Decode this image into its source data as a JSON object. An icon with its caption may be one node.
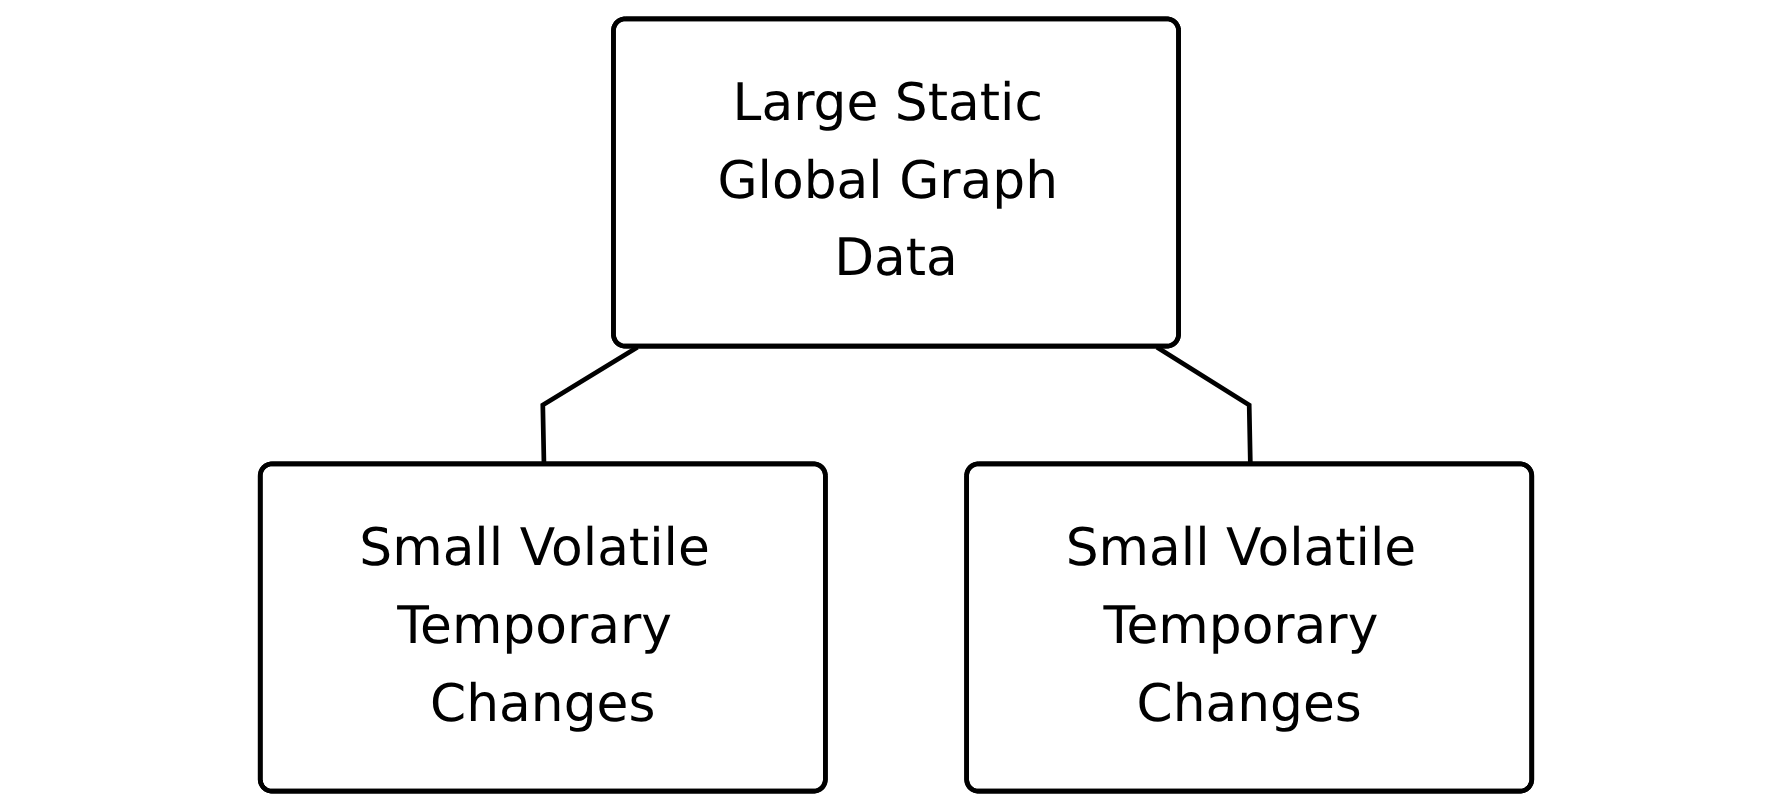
{
  "diagram": {
    "nodes": [
      {
        "text": [
          "Large Static Global Graph Data"
        ]
      },
      {
        "text": [
          "Small Volatile Temporary Changes"
        ]
      },
      {
        "text": [
          "Small Volatile Temporary Changes"
        ]
      }
    ],
    "edges": [
      {
        "from": 0,
        "to": 1,
        "arrow": "none"
      },
      {
        "from": 0,
        "to": 2,
        "arrow": "none"
      }
    ]
  }
}
